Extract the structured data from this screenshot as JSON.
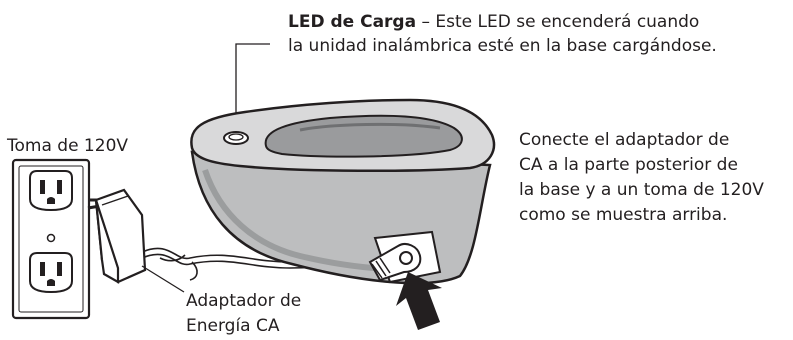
{
  "led_callout": {
    "title": "LED de Carga",
    "line1": " – Este LED se encenderá cuando",
    "line2": "la unidad inalámbrica esté en la base cargándose."
  },
  "outlet_label": "Toma de 120V",
  "instructions": [
    "Conecte el adaptador de",
    "CA a la parte posterior de",
    "la base y a un toma de 120V",
    "como se muestra arriba."
  ],
  "adapter_label": [
    "Adaptador de",
    "Energía CA"
  ],
  "colors": {
    "outline": "#231f20",
    "base_light": "#d9d9da",
    "base_mid": "#bdbebf",
    "base_dark": "#8d8e90",
    "cradle_well": "#9a9b9d",
    "outlet_fill": "#ffffff"
  }
}
